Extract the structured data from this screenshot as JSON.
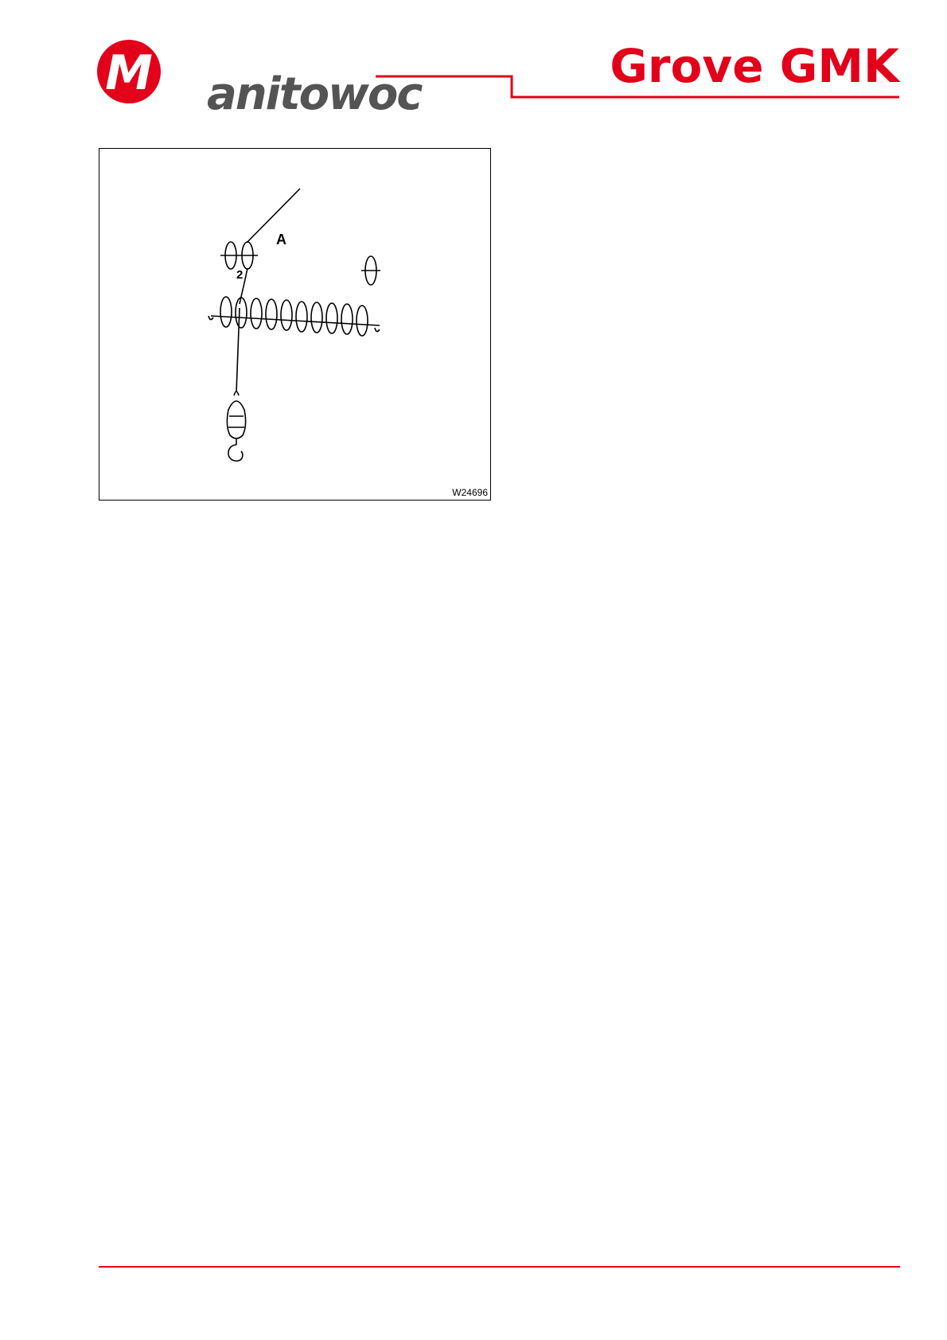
{
  "header": {
    "logo_text": "Manitowoc",
    "logo_letter": "M",
    "brand_title": "Grove GMK",
    "brand_color": "#e2001a"
  },
  "figure": {
    "label_a": "A",
    "label_2": "2",
    "figure_id": "W24696"
  }
}
